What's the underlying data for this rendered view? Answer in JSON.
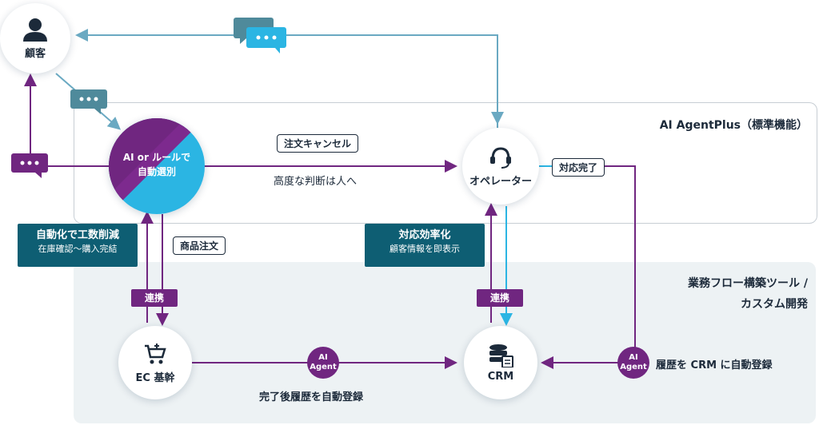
{
  "customer": {
    "label": "顧客",
    "icon": "person-icon"
  },
  "panel_top": {
    "title": "AI AgentPlus（標準機能）"
  },
  "panel_bottom": {
    "title_line1": "業務フロー構築ツール /",
    "title_line2": "カスタム開発"
  },
  "router": {
    "line1": "AI or ルールで",
    "line2": "自動選別"
  },
  "operator": {
    "label": "オペレーター",
    "icon": "headset-icon"
  },
  "ec": {
    "label": "EC 基幹",
    "icon": "cart-icon"
  },
  "crm": {
    "label": "CRM",
    "icon": "database-icon"
  },
  "edge_labels": {
    "cancel": "注文キャンセル",
    "escalate": "高度な判断は人へ",
    "done": "対応完了",
    "order": "商品注文",
    "sync_left": "連携",
    "sync_right": "連携",
    "auto_register": "完了後履歴を自動登録",
    "history_crm": "履歴を CRM に自動登録"
  },
  "callouts": {
    "automation": {
      "title": "自動化で工数削減",
      "sub": "在庫確認〜購入完結"
    },
    "efficiency": {
      "title": "対応効率化",
      "sub": "顧客情報を即表示"
    }
  },
  "ai_badge": {
    "line1": "AI",
    "line2": "Agent"
  },
  "colors": {
    "purple": "#702680",
    "teal_dark": "#0e5e73",
    "cyan": "#2bb5e3",
    "line_blue": "#6aa9c2",
    "navy": "#1c2a3a"
  }
}
